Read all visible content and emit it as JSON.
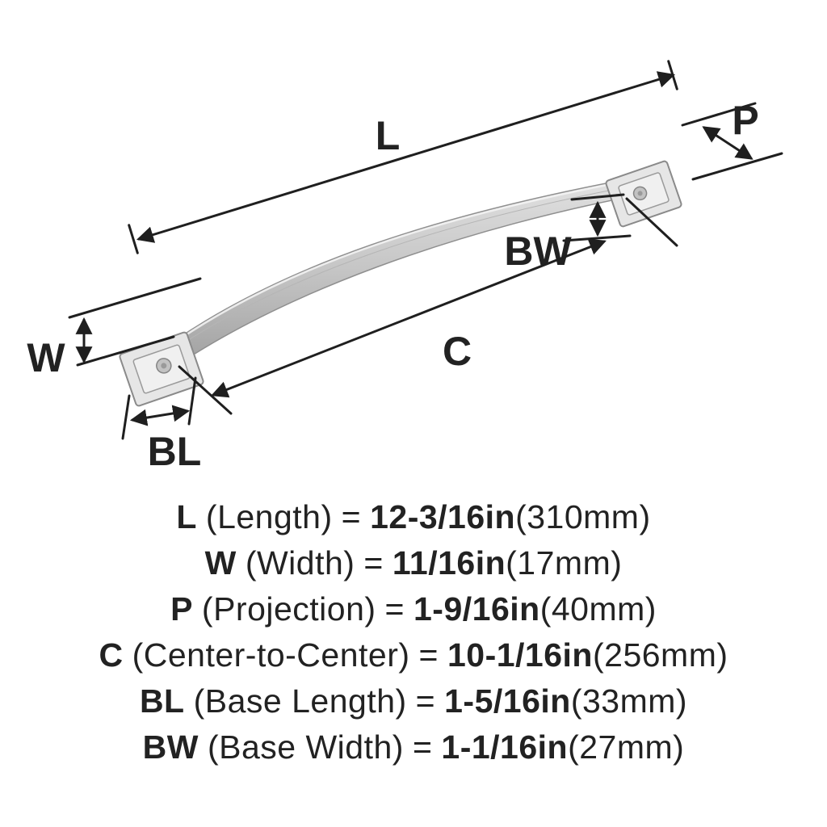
{
  "diagram": {
    "labels": {
      "length": "L",
      "width": "W",
      "projection": "P",
      "center_to_center": "C",
      "base_length": "BL",
      "base_width": "BW"
    }
  },
  "specs": [
    {
      "abbr": "L",
      "name": "(Length)",
      "eq": "=",
      "value": "12-3/16in",
      "metric": "(310mm)"
    },
    {
      "abbr": "W",
      "name": "(Width)",
      "eq": "=",
      "value": "11/16in",
      "metric": "(17mm)"
    },
    {
      "abbr": "P",
      "name": "(Projection)",
      "eq": "=",
      "value": "1-9/16in",
      "metric": "(40mm)"
    },
    {
      "abbr": "C",
      "name": "(Center-to-Center)",
      "eq": "=",
      "value": "10-1/16in",
      "metric": "(256mm)"
    },
    {
      "abbr": "BL",
      "name": "(Base Length)",
      "eq": "=",
      "value": "1-5/16in",
      "metric": "(33mm)"
    },
    {
      "abbr": "BW",
      "name": "(Base Width)",
      "eq": "=",
      "value": "1-1/16in",
      "metric": "(27mm)"
    }
  ],
  "colors": {
    "line": "#1f1f1f",
    "text": "#222222",
    "handle_light": "#e6e6e6",
    "handle_dark": "#9c9c9c"
  }
}
